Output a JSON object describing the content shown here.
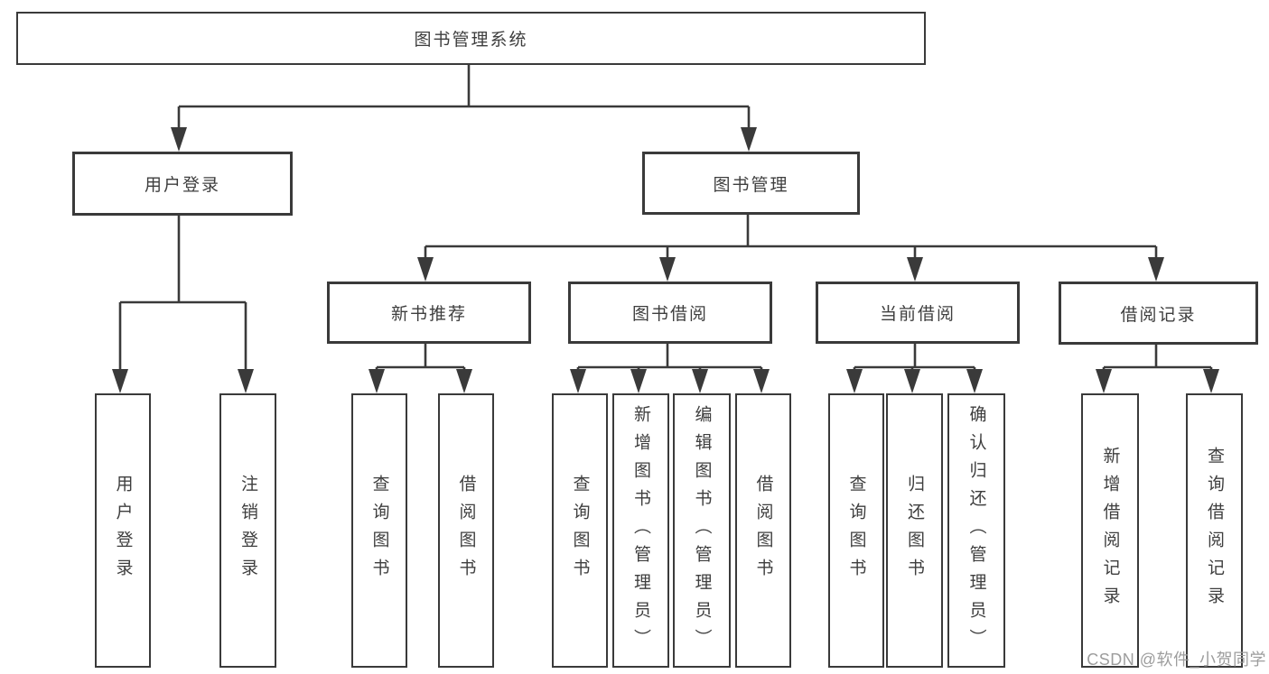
{
  "diagram": {
    "root": "图书管理系统",
    "branches": [
      {
        "label": "用户登录",
        "leaves": [
          "用户登录",
          "注销登录"
        ]
      },
      {
        "label": "图书管理",
        "sections": [
          {
            "label": "新书推荐",
            "leaves": [
              "查询图书",
              "借阅图书"
            ]
          },
          {
            "label": "图书借阅",
            "leaves": [
              "查询图书",
              "新增图书（管理员）",
              "编辑图书（管理员）",
              "借阅图书"
            ]
          },
          {
            "label": "当前借阅",
            "leaves": [
              "查询图书",
              "归还图书",
              "确认归还（管理员）"
            ]
          },
          {
            "label": "借阅记录",
            "leaves": [
              "新增借阅记录",
              "查询借阅记录"
            ]
          }
        ]
      }
    ]
  },
  "watermark": {
    "text": "CSDN @软件_小贺同学"
  },
  "colors": {
    "line": "#3a3a3a",
    "text": "#3e3e3e",
    "background": "#ffffff",
    "watermark": "#9d9d9d"
  }
}
